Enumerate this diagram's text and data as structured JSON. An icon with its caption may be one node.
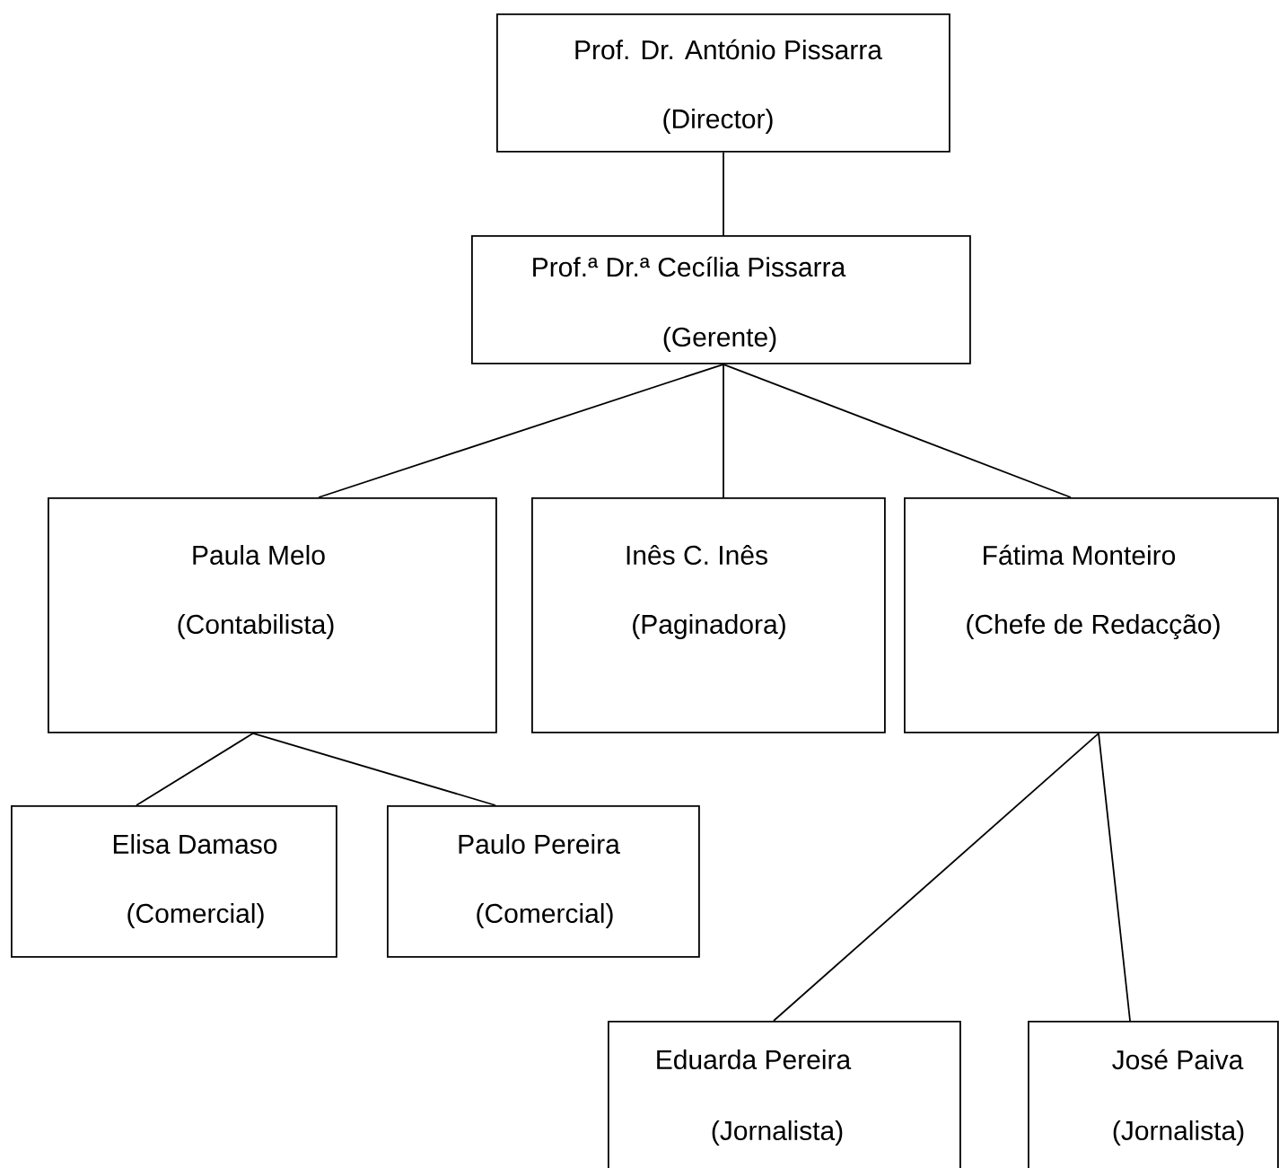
{
  "diagram": {
    "nodes": [
      {
        "text": [
          "Prof. Dr. António Pissarra",
          "(Director)"
        ]
      },
      {
        "text": [
          "Prof.ª Dr.ª Cecília Pissarra",
          "(Gerente)"
        ]
      },
      {
        "text": [
          "Paula Melo",
          "(Contabilista)"
        ]
      },
      {
        "text": [
          "Inês C. Inês",
          "(Paginadora)"
        ]
      },
      {
        "text": [
          "Fátima Monteiro",
          "(Chefe de Redacção)"
        ]
      },
      {
        "text": [
          "Elisa Damaso",
          "(Comercial)"
        ]
      },
      {
        "text": [
          "Paulo Pereira",
          "(Comercial)"
        ]
      },
      {
        "text": [
          "Eduarda Pereira",
          "(Jornalista)"
        ]
      },
      {
        "text": [
          "José Paiva",
          "(Jornalista)"
        ]
      }
    ],
    "edges": [
      {
        "from": 0,
        "to": 1,
        "arrow": "none"
      },
      {
        "from": 1,
        "to": 2,
        "arrow": "none"
      },
      {
        "from": 1,
        "to": 3,
        "arrow": "none"
      },
      {
        "from": 1,
        "to": 4,
        "arrow": "none"
      },
      {
        "from": 2,
        "to": 5,
        "arrow": "none"
      },
      {
        "from": 2,
        "to": 6,
        "arrow": "none"
      },
      {
        "from": 4,
        "to": 7,
        "arrow": "none"
      },
      {
        "from": 4,
        "to": 8,
        "arrow": "none"
      }
    ]
  }
}
